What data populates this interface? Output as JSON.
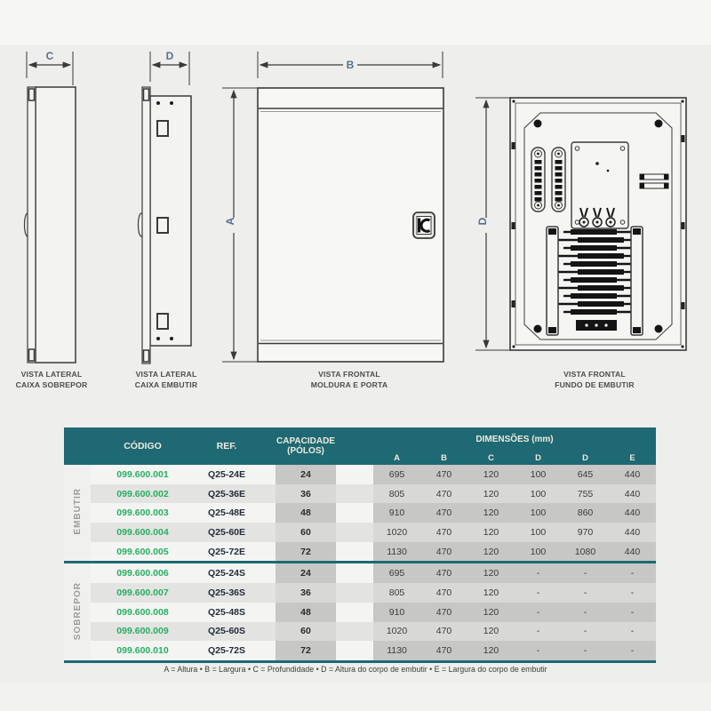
{
  "colors": {
    "header_teal": "#1e6973",
    "code_green": "#27ae60",
    "ref_navy": "#232c3a",
    "dim_letter_blue": "#56718e",
    "page_background": "#eeeeec",
    "shaded_cell_odd": "#c7c7c6",
    "shaded_cell_even": "#d8d8d7"
  },
  "drawings": [
    {
      "name": "vista-lateral-caixa-sobrepor",
      "dim": "C",
      "caption": [
        "VISTA LATERAL",
        "CAIXA SOBREPOR"
      ]
    },
    {
      "name": "vista-lateral-caixa-embutir",
      "dim": "D",
      "caption": [
        "VISTA LATERAL",
        "CAIXA EMBUTIR"
      ]
    },
    {
      "name": "vista-frontal-moldura-e-porta",
      "dim_width": "B",
      "dim_height": "A",
      "caption": [
        "VISTA FRONTAL",
        "MOLDURA E PORTA"
      ]
    },
    {
      "name": "vista-frontal-fundo-de-embutir",
      "dim_height": "D",
      "caption": [
        "VISTA FRONTAL",
        "FUNDO DE EMBUTIR"
      ]
    }
  ],
  "table": {
    "header": {
      "codigo": "CÓDIGO",
      "ref": "REF.",
      "capacidade": [
        "CAPACIDADE",
        "(PÓLOS)"
      ],
      "dimensoes": "DIMENSÕES (mm)",
      "dim_letters": [
        "A",
        "B",
        "C",
        "D",
        "D",
        "E"
      ]
    },
    "groups": [
      {
        "label": "EMBUTIR",
        "rows": [
          {
            "codigo": "099.600.001",
            "ref": "Q25-24E",
            "polos": "24",
            "dims": [
              "695",
              "470",
              "120",
              "100",
              "645",
              "440"
            ]
          },
          {
            "codigo": "099.600.002",
            "ref": "Q25-36E",
            "polos": "36",
            "dims": [
              "805",
              "470",
              "120",
              "100",
              "755",
              "440"
            ]
          },
          {
            "codigo": "099.600.003",
            "ref": "Q25-48E",
            "polos": "48",
            "dims": [
              "910",
              "470",
              "120",
              "100",
              "860",
              "440"
            ]
          },
          {
            "codigo": "099.600.004",
            "ref": "Q25-60E",
            "polos": "60",
            "dims": [
              "1020",
              "470",
              "120",
              "100",
              "970",
              "440"
            ]
          },
          {
            "codigo": "099.600.005",
            "ref": "Q25-72E",
            "polos": "72",
            "dims": [
              "1130",
              "470",
              "120",
              "100",
              "1080",
              "440"
            ]
          }
        ]
      },
      {
        "label": "SOBREPOR",
        "rows": [
          {
            "codigo": "099.600.006",
            "ref": "Q25-24S",
            "polos": "24",
            "dims": [
              "695",
              "470",
              "120",
              "-",
              "-",
              "-"
            ]
          },
          {
            "codigo": "099.600.007",
            "ref": "Q25-36S",
            "polos": "36",
            "dims": [
              "805",
              "470",
              "120",
              "-",
              "-",
              "-"
            ]
          },
          {
            "codigo": "099.600.008",
            "ref": "Q25-48S",
            "polos": "48",
            "dims": [
              "910",
              "470",
              "120",
              "-",
              "-",
              "-"
            ]
          },
          {
            "codigo": "099.600.009",
            "ref": "Q25-60S",
            "polos": "60",
            "dims": [
              "1020",
              "470",
              "120",
              "-",
              "-",
              "-"
            ]
          },
          {
            "codigo": "099.600.010",
            "ref": "Q25-72S",
            "polos": "72",
            "dims": [
              "1130",
              "470",
              "120",
              "-",
              "-",
              "-"
            ]
          }
        ]
      }
    ],
    "legend": "A = Altura   •   B = Largura   •   C = Profundidade   •   D = Altura do corpo de embutir   •   E = Largura do corpo de embutir"
  }
}
